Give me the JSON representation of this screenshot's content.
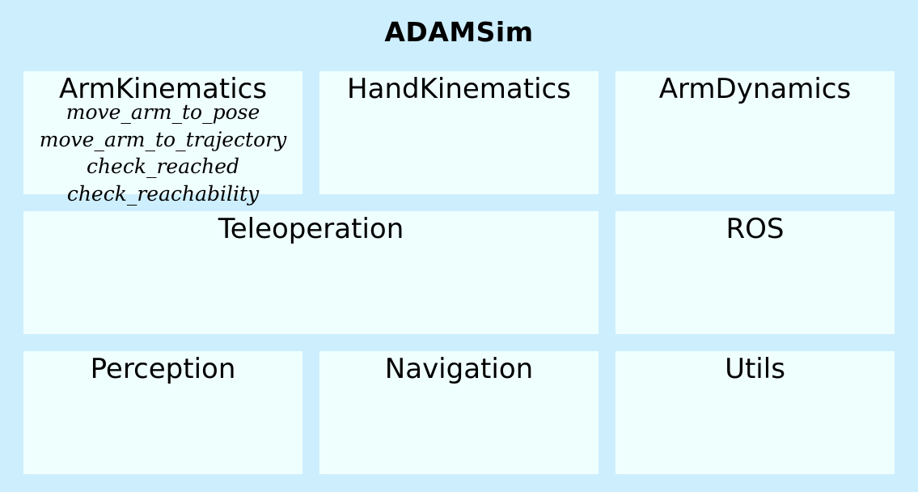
{
  "title": "ADAMSim",
  "modules": {
    "arm_kinematics": {
      "name": "ArmKinematics",
      "functions": [
        "move_arm_to_pose",
        "move_arm_to_trajectory",
        "check_reached",
        "check_reachability"
      ]
    },
    "hand_kinematics": {
      "name": "HandKinematics"
    },
    "arm_dynamics": {
      "name": "ArmDynamics"
    },
    "teleoperation": {
      "name": "Teleoperation"
    },
    "ros": {
      "name": "ROS"
    },
    "perception": {
      "name": "Perception"
    },
    "navigation": {
      "name": "Navigation"
    },
    "utils": {
      "name": "Utils"
    }
  },
  "colors": {
    "background": "#cdeefd",
    "module_fill": "#effffe",
    "text": "#000000"
  }
}
